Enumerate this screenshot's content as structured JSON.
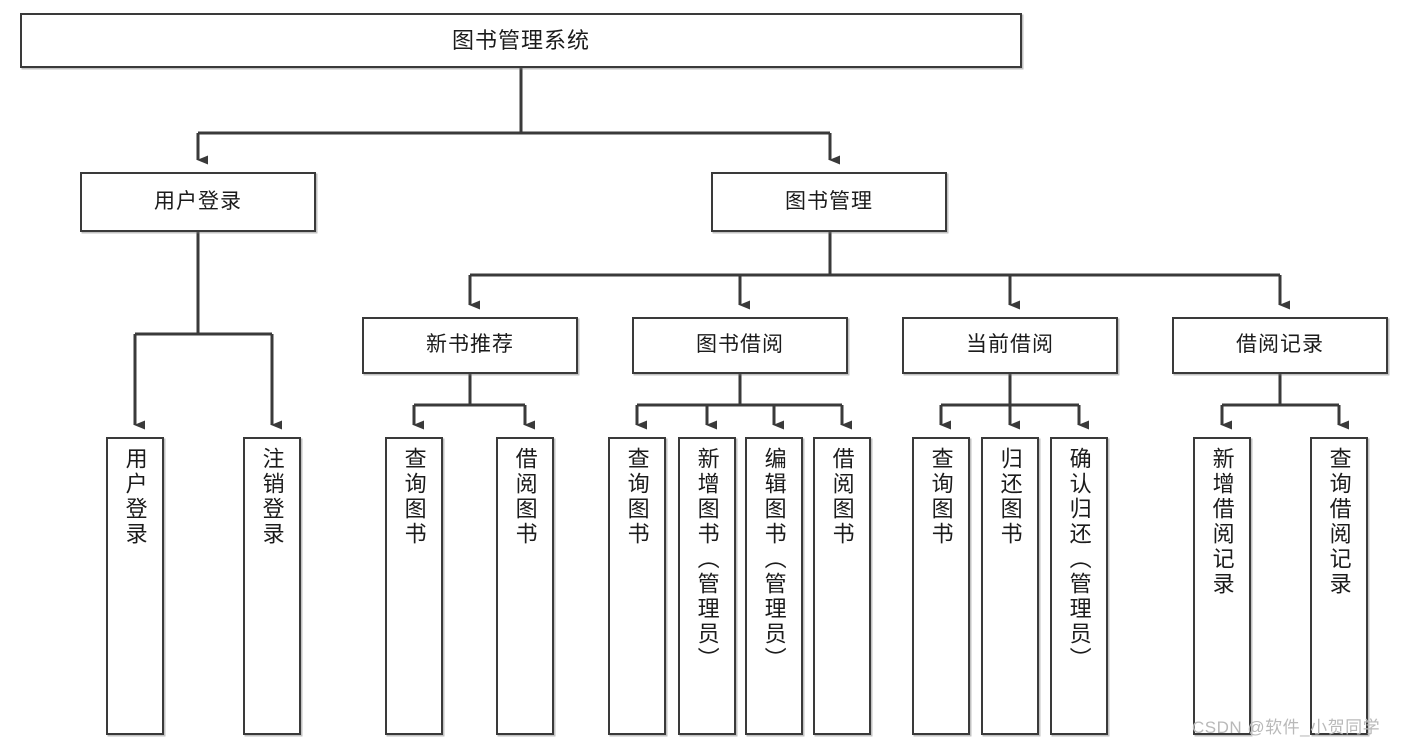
{
  "diagram": {
    "title": "图书管理系统",
    "type": "tree-hierarchy",
    "root": {
      "label": "图书管理系统"
    },
    "level1": [
      {
        "label": "用户登录"
      },
      {
        "label": "图书管理"
      }
    ],
    "level2": [
      {
        "label": "新书推荐"
      },
      {
        "label": "图书借阅"
      },
      {
        "label": "当前借阅"
      },
      {
        "label": "借阅记录"
      }
    ],
    "leaves": {
      "user_login": [
        {
          "label": "用户登录"
        },
        {
          "label": "注销登录"
        }
      ],
      "new_book_recommend": [
        {
          "label": "查询图书"
        },
        {
          "label": "借阅图书"
        }
      ],
      "book_borrow": [
        {
          "label": "查询图书"
        },
        {
          "label": "新增图书（管理员）"
        },
        {
          "label": "编辑图书（管理员）"
        },
        {
          "label": "借阅图书"
        }
      ],
      "current_borrow": [
        {
          "label": "查询图书"
        },
        {
          "label": "归还图书"
        },
        {
          "label": "确认归还（管理员）"
        }
      ],
      "borrow_record": [
        {
          "label": "新增借阅记录"
        },
        {
          "label": "查询借阅记录"
        }
      ]
    },
    "watermark": "CSDN @软件_小贺同学",
    "colors": {
      "stroke": "#3a3a3a",
      "background": "#ffffff",
      "text": "#1b1b1b",
      "watermark": "#b9b9b9"
    }
  }
}
